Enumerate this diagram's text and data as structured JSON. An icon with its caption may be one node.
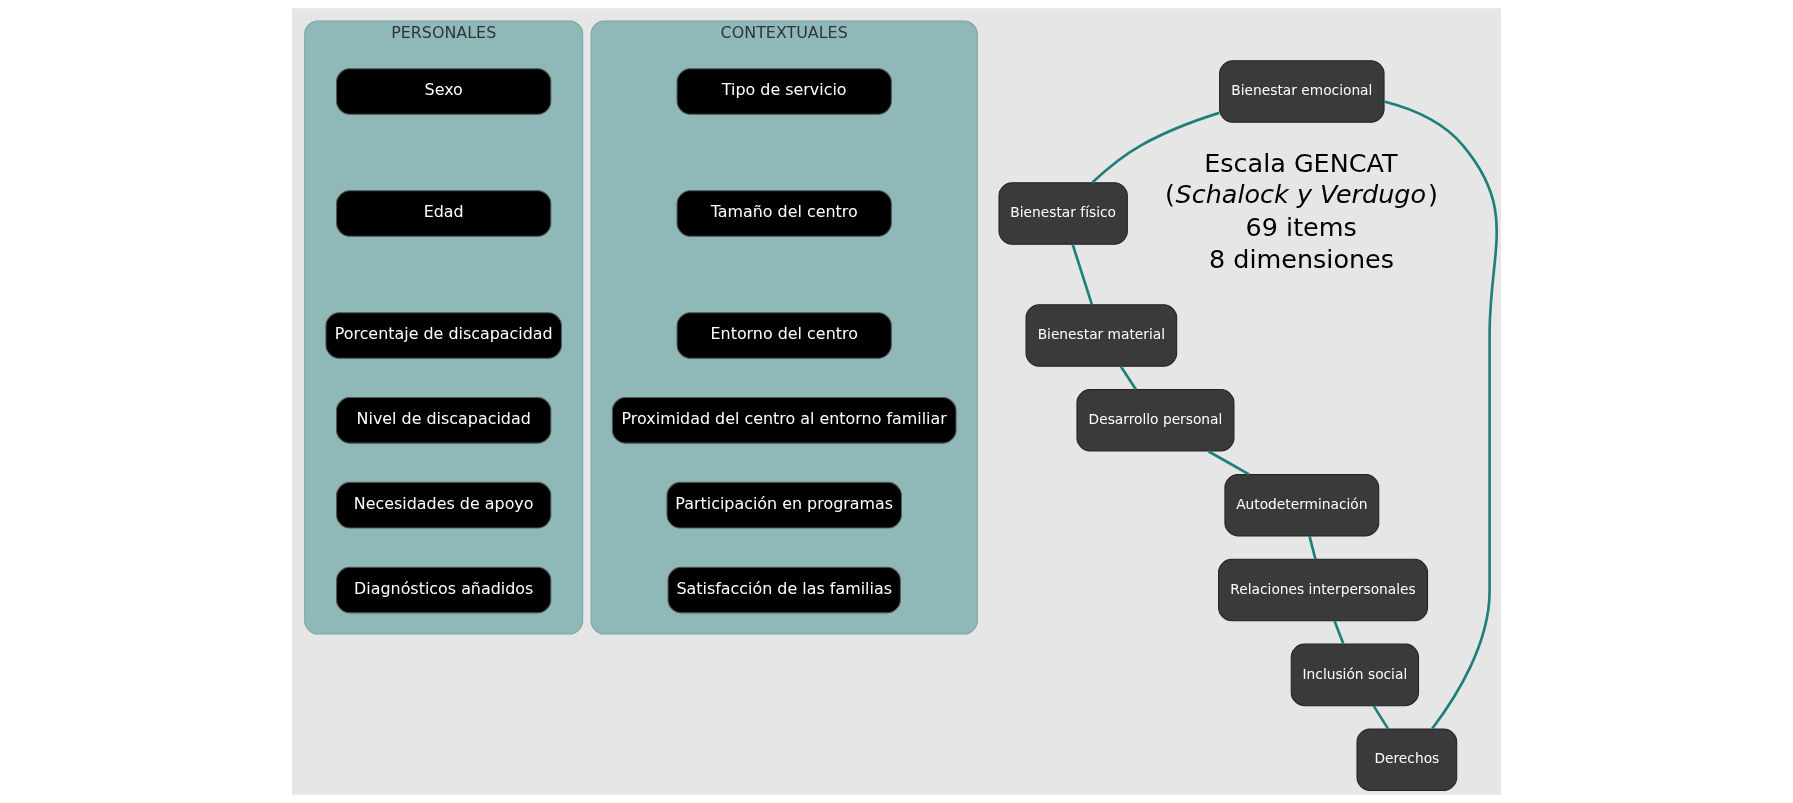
{
  "diagram": {
    "nodes": [
      {
        "text": [
          "PERSONALES"
        ]
      },
      {
        "text": [
          "Sexo"
        ],
        "in": 0
      },
      {
        "text": [
          "Edad"
        ],
        "in": 0
      },
      {
        "text": [
          "Porcentaje de discapacidad"
        ],
        "in": 0
      },
      {
        "text": [
          "Nivel de discapacidad"
        ],
        "in": 0
      },
      {
        "text": [
          "Necesidades de apoyo"
        ],
        "in": 0
      },
      {
        "text": [
          "Diagnósticos añadidos"
        ],
        "in": 0
      },
      {
        "text": [
          "CONTEXTUALES"
        ]
      },
      {
        "text": [
          "Tipo de servicio"
        ],
        "in": 7
      },
      {
        "text": [
          "Tamaño del centro"
        ],
        "in": 7
      },
      {
        "text": [
          "Entorno del centro"
        ],
        "in": 7
      },
      {
        "text": [
          "Proximidad del centro al entorno familiar"
        ],
        "in": 7
      },
      {
        "text": [
          "Participación en programas"
        ],
        "in": 7
      },
      {
        "text": [
          "Satisfacción de las familias"
        ],
        "in": 7
      },
      {
        "text": [
          "Bienestar emocional"
        ]
      },
      {
        "text": [
          "Bienestar físico"
        ]
      },
      {
        "text": [
          "Bienestar material"
        ]
      },
      {
        "text": [
          "Desarrollo personal"
        ]
      },
      {
        "text": [
          "Autodeterminación"
        ]
      },
      {
        "text": [
          "Relaciones interpersonales"
        ]
      },
      {
        "text": [
          "Inclusión social"
        ]
      },
      {
        "text": [
          "Derechos"
        ]
      }
    ],
    "edges": [
      {
        "from": 14,
        "to": 15,
        "arrow": "none"
      },
      {
        "from": 15,
        "to": 16,
        "arrow": "none"
      },
      {
        "from": 16,
        "to": 17,
        "arrow": "none"
      },
      {
        "from": 17,
        "to": 18,
        "arrow": "none"
      },
      {
        "from": 18,
        "to": 19,
        "arrow": "none"
      },
      {
        "from": 19,
        "to": 20,
        "arrow": "none"
      },
      {
        "from": 20,
        "to": 21,
        "arrow": "none"
      },
      {
        "from": 21,
        "to": 14,
        "arrow": "none"
      }
    ],
    "labels": [
      "Escala GENCAT",
      "(*Schalock y Verdugo*)",
      "69 items",
      "8 dimensiones"
    ]
  }
}
